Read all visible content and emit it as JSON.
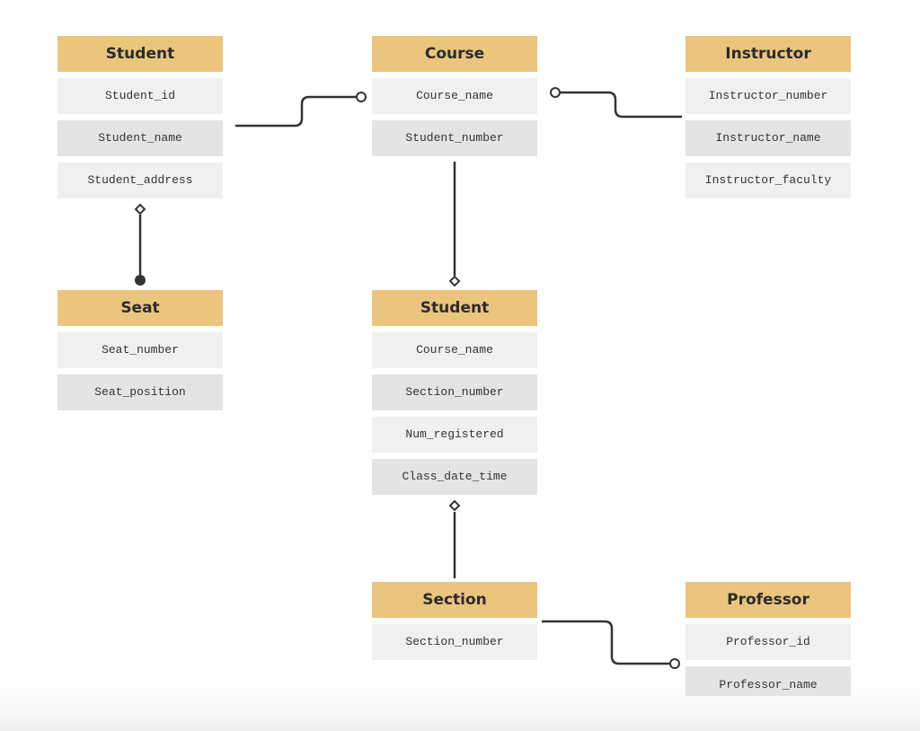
{
  "entities": {
    "student_top": {
      "title": "Student",
      "attributes": [
        "Student_id",
        "Student_name",
        "Student_address"
      ]
    },
    "course": {
      "title": "Course",
      "attributes": [
        "Course_name",
        "Student_number"
      ]
    },
    "instructor": {
      "title": "Instructor",
      "attributes": [
        "Instructor_number",
        "Instructor_name",
        "Instructor_faculty"
      ]
    },
    "seat": {
      "title": "Seat",
      "attributes": [
        "Seat_number",
        "Seat_position"
      ]
    },
    "student_mid": {
      "title": "Student",
      "attributes": [
        "Course_name",
        "Section_number",
        "Num_registered",
        "Class_date_time"
      ]
    },
    "section": {
      "title": "Section",
      "attributes": [
        "Section_number"
      ]
    },
    "professor": {
      "title": "Professor",
      "attributes": [
        "Professor_id",
        "Professor_name"
      ]
    }
  },
  "colors": {
    "header": "#ebc47e",
    "attribute_light": "#f0f0f0",
    "attribute_dark": "#e4e4e4",
    "connector": "#333333"
  }
}
